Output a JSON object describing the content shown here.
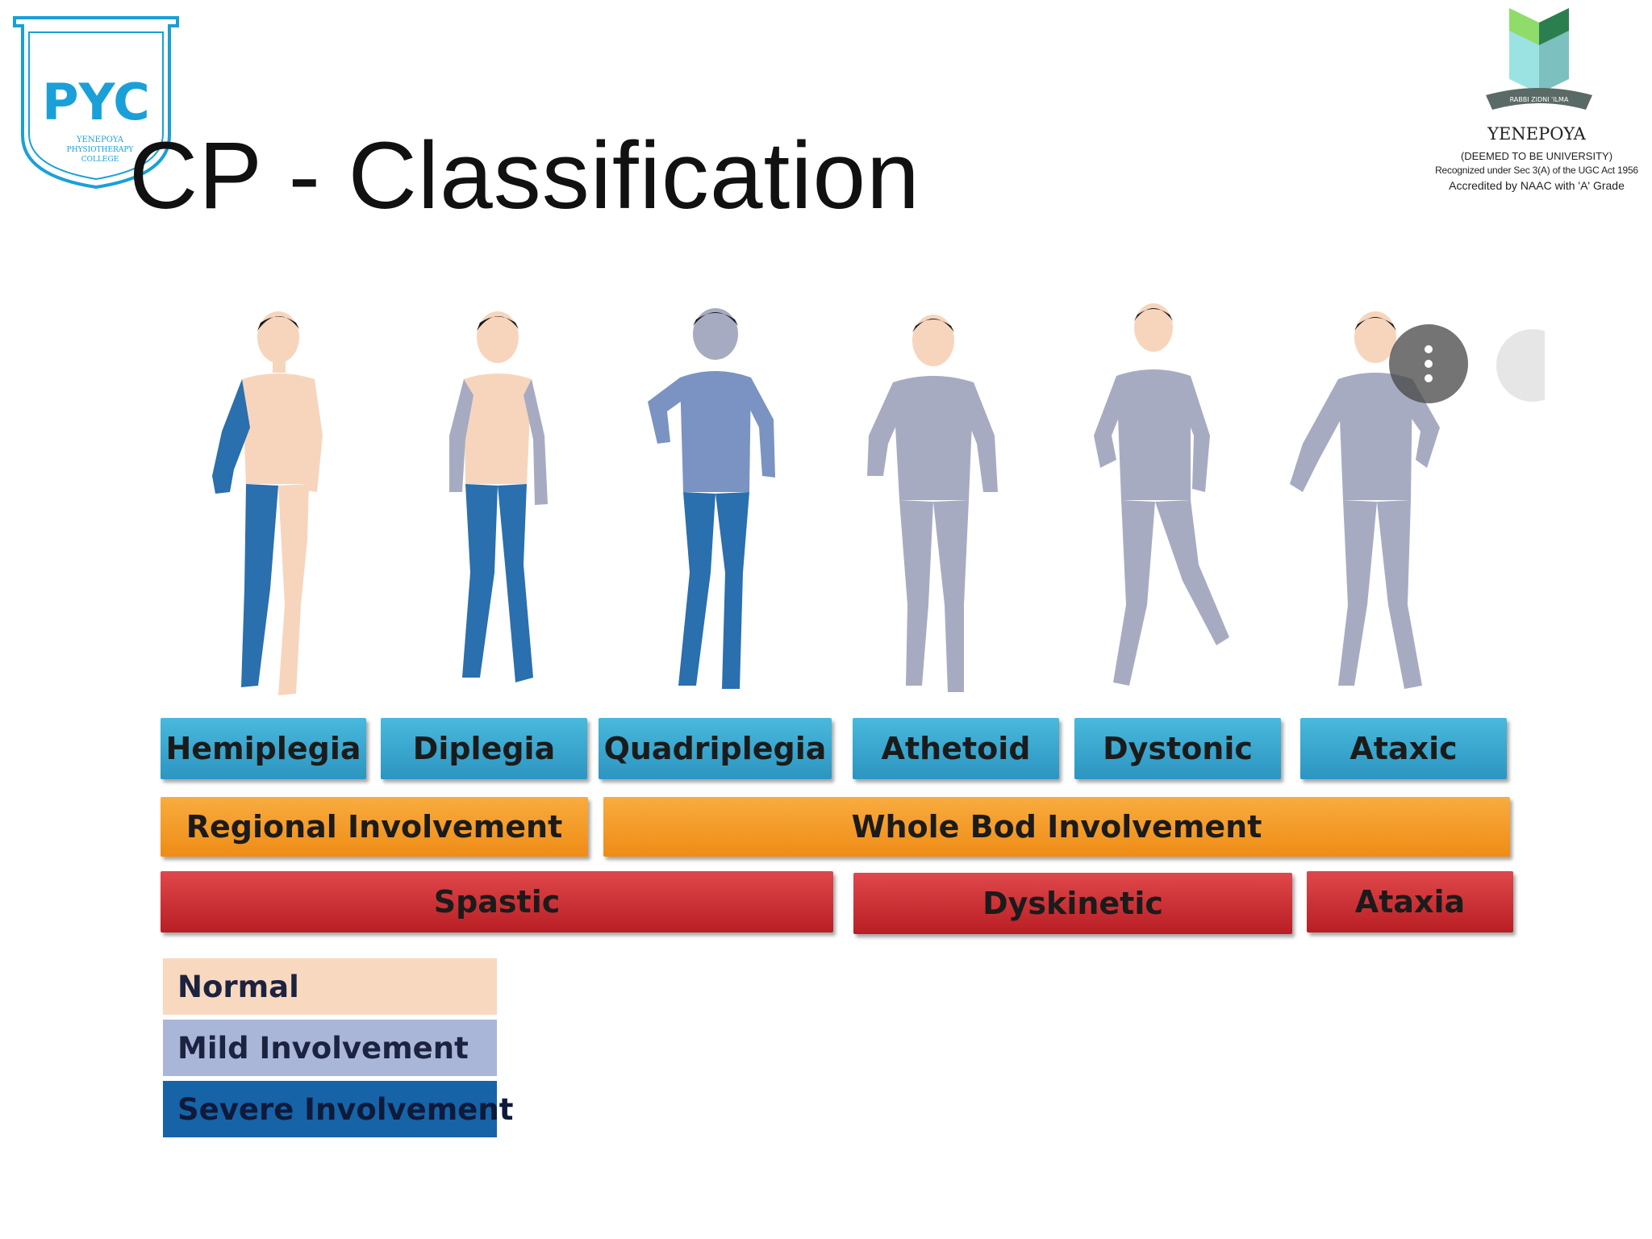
{
  "title": "CP - Classification",
  "logo_left": {
    "text_1": "YENEPOYA",
    "text_2": "PHYSIOTHERAPY",
    "text_3": "COLLEGE",
    "monogram": "PYC"
  },
  "logo_right": {
    "motto": "RABBI ZIDNI 'ILMA",
    "name": "YENEPOYA",
    "line1": "(DEEMED TO BE UNIVERSITY)",
    "line2": "Recognized under Sec 3(A) of the UGC Act 1956",
    "line3": "Accredited by NAAC with 'A' Grade"
  },
  "figures": [
    {
      "type": "Hemiplegia",
      "involvement": "one side severe"
    },
    {
      "type": "Diplegia",
      "involvement": "legs severe, arms mild"
    },
    {
      "type": "Quadriplegia",
      "involvement": "whole body, legs severe"
    },
    {
      "type": "Athetoid",
      "involvement": "whole body mild"
    },
    {
      "type": "Dystonic",
      "involvement": "whole body mild"
    },
    {
      "type": "Ataxic",
      "involvement": "whole body mild"
    }
  ],
  "types_row": [
    "Hemiplegia",
    "Diplegia",
    "Quadriplegia",
    "Athetoid",
    "Dystonic",
    "Ataxic"
  ],
  "involvement_row": [
    "Regional Involvement",
    "Whole Bod Involvement"
  ],
  "category_row": [
    "Spastic",
    "Dyskinetic",
    "Ataxia"
  ],
  "legend": [
    {
      "label": "Normal",
      "color": "#f8d8bf"
    },
    {
      "label": "Mild Involvement",
      "color": "#a9b6d8"
    },
    {
      "label": "Severe Involvement",
      "color": "#1663a8"
    }
  ],
  "colors": {
    "skin": "#f7d5bd",
    "mild": "#a7abc2",
    "severe": "#2a6fae",
    "hair": "#1a1a1a",
    "blue_bar": "#3aa7d0",
    "orange_bar": "#f29a25",
    "red_bar": "#cc3035"
  }
}
